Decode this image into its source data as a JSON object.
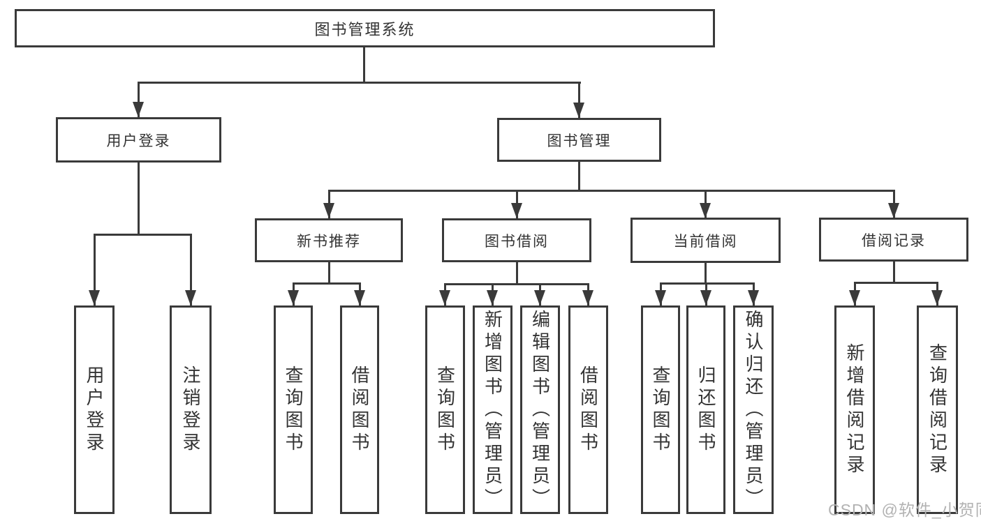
{
  "diagram": {
    "type": "hierarchy-tree",
    "colors": {
      "background": "#ffffff",
      "line": "#3a3a3a",
      "box_border": "#3a3a3a",
      "text": "#333333",
      "watermark": "#b2b2b2"
    },
    "nodes": {
      "root": "图书管理系统",
      "user_login": "用户登录",
      "book_mgmt": "图书管理",
      "new_book_rec": "新书推荐",
      "book_borrow": "图书借阅",
      "current_borrow": "当前借阅",
      "borrow_records": "借阅记录",
      "leaf_user_login": "用户登录",
      "leaf_logout": "注销登录",
      "leaf_nb_query": "查询图书",
      "leaf_nb_borrow": "借阅图书",
      "leaf_bb_query": "查询图书",
      "leaf_bb_add": "新增图书（管理员）",
      "leaf_bb_edit": "编辑图书（管理员）",
      "leaf_bb_borrow": "借阅图书",
      "leaf_cb_query": "查询图书",
      "leaf_cb_return": "归还图书",
      "leaf_cb_confirm": "确认归还（管理员）",
      "leaf_br_add": "新增借阅记录",
      "leaf_br_query": "查询借阅记录"
    },
    "structure": {
      "图书管理系统": {
        "用户登录": [
          "用户登录",
          "注销登录"
        ],
        "图书管理": {
          "新书推荐": [
            "查询图书",
            "借阅图书"
          ],
          "图书借阅": [
            "查询图书",
            "新增图书（管理员）",
            "编辑图书（管理员）",
            "借阅图书"
          ],
          "当前借阅": [
            "查询图书",
            "归还图书",
            "确认归还（管理员）"
          ],
          "借阅记录": [
            "新增借阅记录",
            "查询借阅记录"
          ]
        }
      }
    },
    "watermark": "CSDN @软件_小贺同学"
  }
}
